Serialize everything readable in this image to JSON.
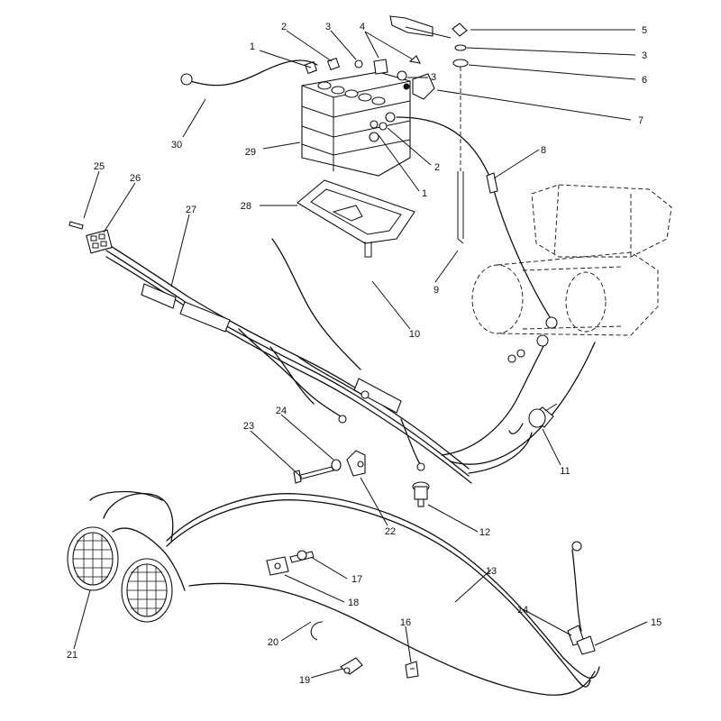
{
  "callouts": [
    {
      "n": "1"
    },
    {
      "n": "2"
    },
    {
      "n": "3"
    },
    {
      "n": "4"
    },
    {
      "n": "5"
    },
    {
      "n": "3"
    },
    {
      "n": "6"
    },
    {
      "n": "3"
    },
    {
      "n": "7"
    },
    {
      "n": "8"
    },
    {
      "n": "2"
    },
    {
      "n": "1"
    },
    {
      "n": "29"
    },
    {
      "n": "30"
    },
    {
      "n": "25"
    },
    {
      "n": "26"
    },
    {
      "n": "27"
    },
    {
      "n": "28"
    },
    {
      "n": "9"
    },
    {
      "n": "10"
    },
    {
      "n": "11"
    },
    {
      "n": "12"
    },
    {
      "n": "22"
    },
    {
      "n": "23"
    },
    {
      "n": "24"
    },
    {
      "n": "17"
    },
    {
      "n": "18"
    },
    {
      "n": "13"
    },
    {
      "n": "14"
    },
    {
      "n": "15"
    },
    {
      "n": "16"
    },
    {
      "n": "19"
    },
    {
      "n": "20"
    },
    {
      "n": "21"
    }
  ]
}
